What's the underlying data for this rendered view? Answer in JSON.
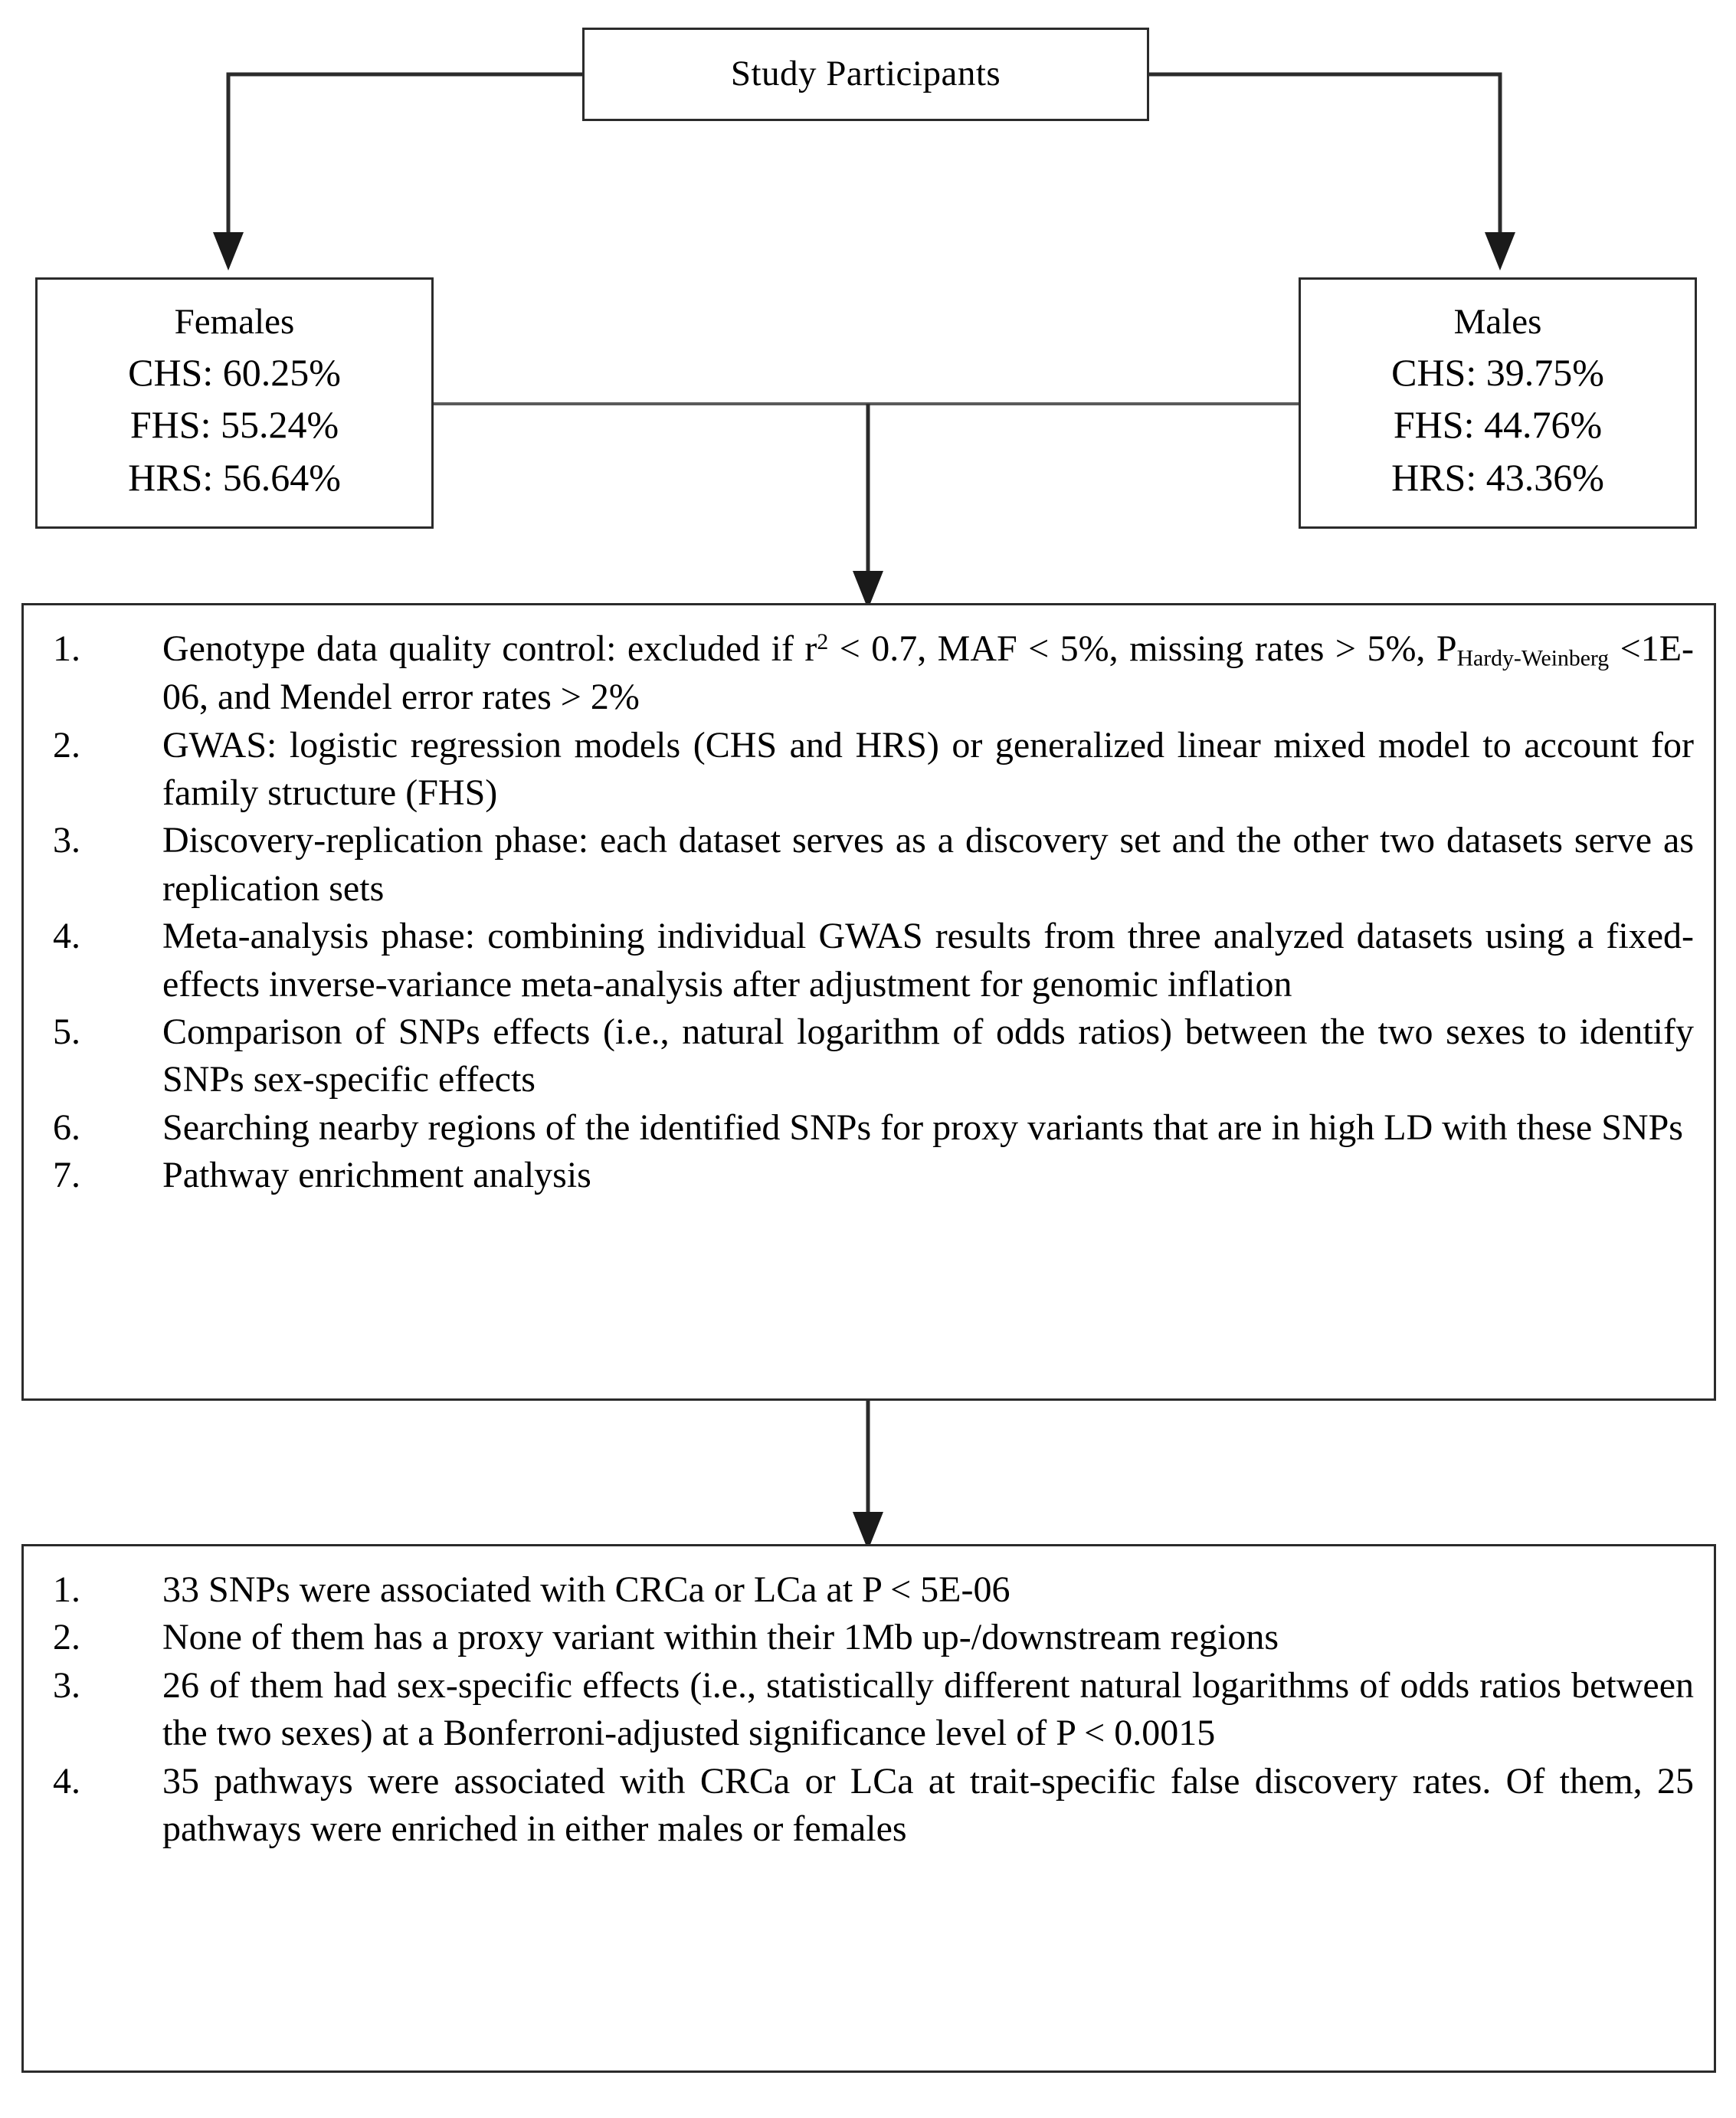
{
  "diagram": {
    "title_box": {
      "label": "Study Participants"
    },
    "females_box": {
      "title": "Females",
      "stats": [
        "CHS: 60.25%",
        "FHS: 55.24%",
        "HRS: 56.64%"
      ]
    },
    "males_box": {
      "title": "Males",
      "stats": [
        "CHS: 39.75%",
        "FHS: 44.76%",
        "HRS: 43.36%"
      ]
    },
    "methods_box": {
      "markers": [
        "1.",
        "2.",
        "3.",
        "4.",
        "5.",
        "6.",
        "7."
      ],
      "items": [
        {
          "pre": "Genotype data quality control: excluded if r",
          "sup": "2",
          "mid": " < 0.7, MAF < 5%, missing rates > 5%, P",
          "sub": "Hardy-Weinberg",
          "post": " <1E-06, and Mendel error rates > 2%"
        },
        {
          "text": "GWAS: logistic regression models (CHS and HRS) or generalized linear mixed model to account for family structure (FHS)"
        },
        {
          "text": "Discovery-replication phase: each dataset serves as a discovery set and the other two datasets serve as replication sets"
        },
        {
          "text": "Meta-analysis phase: combining individual GWAS results from three analyzed datasets using a fixed-effects inverse-variance meta-analysis after adjustment for genomic inflation"
        },
        {
          "text": "Comparison of SNPs effects (i.e., natural logarithm of odds ratios) between the two sexes to identify SNPs sex-specific effects"
        },
        {
          "text": "Searching nearby regions of the identified SNPs for proxy variants that are in high LD with these SNPs"
        },
        {
          "text": "Pathway enrichment analysis"
        }
      ]
    },
    "results_box": {
      "markers": [
        "1.",
        "2.",
        "3.",
        "4."
      ],
      "items": [
        {
          "text": "33 SNPs were associated with CRCa or LCa at P < 5E-06"
        },
        {
          "text": "None of them has a proxy variant within their 1Mb up-/downstream regions"
        },
        {
          "text": "26 of them had sex-specific effects (i.e., statistically different natural logarithms of odds ratios between the two sexes) at a Bonferroni-adjusted significance level of P < 0.0015"
        },
        {
          "text": "35 pathways were associated with CRCa or LCa at trait-specific false discovery rates. Of them, 25 pathways were enriched in either males or females"
        }
      ]
    },
    "connectors": {
      "stroke_color": "#2b2b2b",
      "edges": [
        "study-to-females",
        "study-to-males",
        "females-males-join",
        "join-to-methods",
        "methods-to-results"
      ]
    }
  }
}
